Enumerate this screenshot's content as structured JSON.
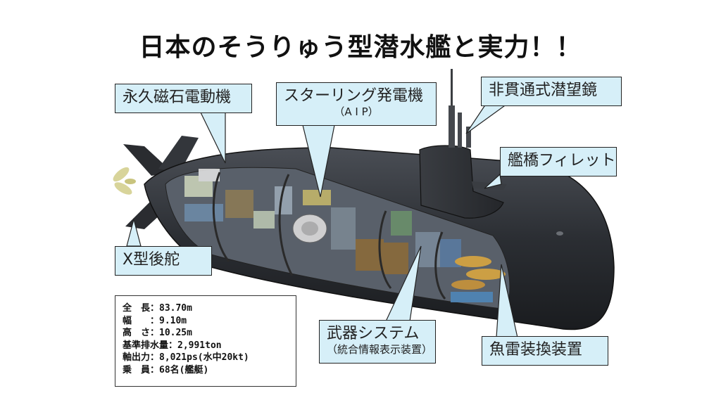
{
  "title": "日本のそうりゅう型潜水艦と実力！！",
  "callouts": {
    "motor": "永久磁石電動機",
    "stirling": "スターリング発電機",
    "stirling_sub": "（A I P）",
    "periscope": "非貫通式潜望鏡",
    "fillet": "艦橋フィレット",
    "rudder": "X型後舵",
    "weapons": "武器システム",
    "weapons_sub": "（統合情報表示装置）",
    "torpedo": "魚雷装換装置"
  },
  "specs": [
    "全　長：83.70m",
    "幅　　：9.10m",
    "高　さ：10.25m",
    "基準排水量：2,991ton",
    "軸出力：8,021ps(水中20kt)",
    "乗　員：68名(艦艇)"
  ],
  "colors": {
    "callout_bg": "#d6eff8",
    "hull": "#2b2e33",
    "background": "#ffffff"
  }
}
